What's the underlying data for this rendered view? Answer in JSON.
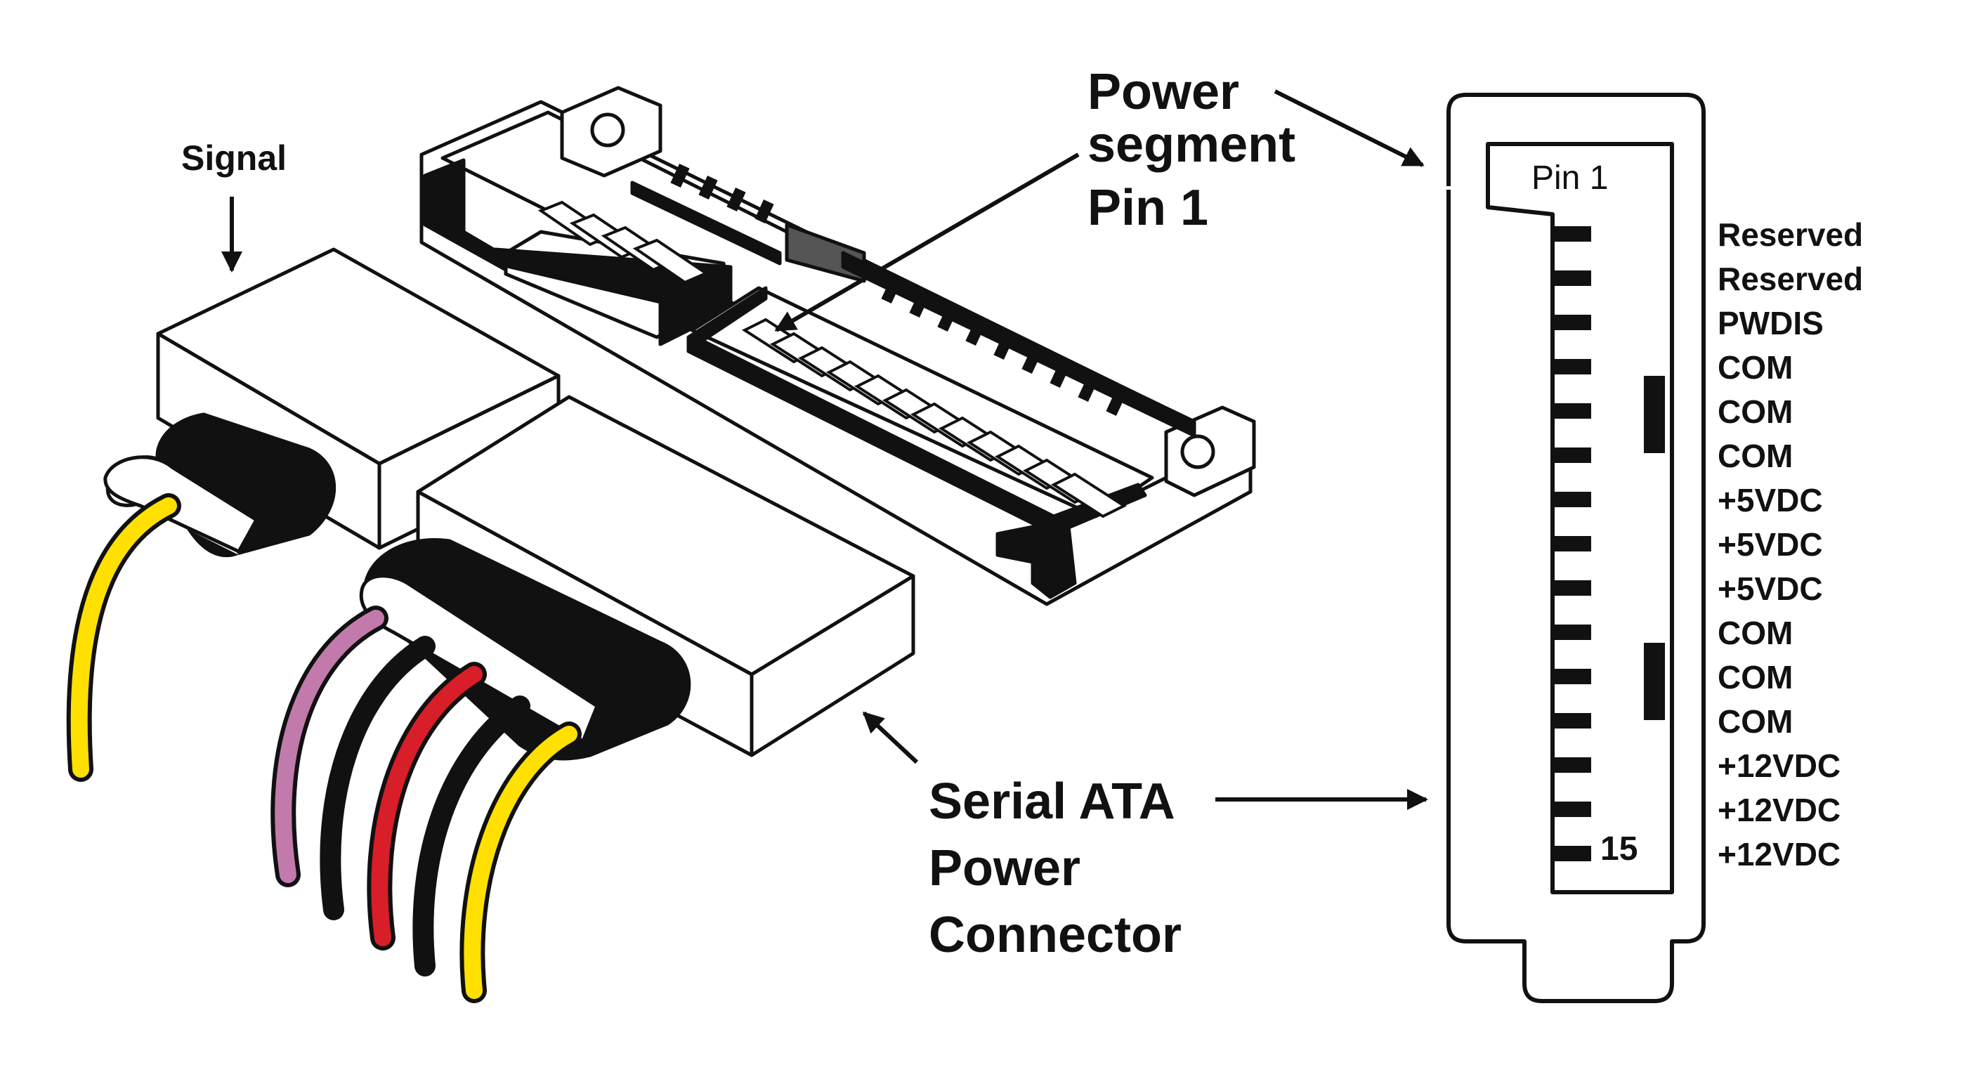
{
  "labels": {
    "signal": "Signal",
    "power_segment": [
      "Power",
      "segment",
      "Pin 1"
    ],
    "serial_ata": [
      "Serial ATA",
      "Power",
      "Connector"
    ],
    "pin_first": "Pin 1",
    "pin_last": "15"
  },
  "pins": [
    "Reserved",
    "Reserved",
    "PWDIS",
    "COM",
    "COM",
    "COM",
    "+5VDC",
    "+5VDC",
    "+5VDC",
    "COM",
    "COM",
    "COM",
    "+12VDC",
    "+12VDC",
    "+12VDC"
  ],
  "wire_colors": {
    "signal_wire": "#ffe000",
    "purple": "#c27aac",
    "black": "#111111",
    "red": "#d81e28",
    "yellow": "#ffe000"
  },
  "colors": {
    "background": "#ffffff",
    "outline": "#111111"
  }
}
